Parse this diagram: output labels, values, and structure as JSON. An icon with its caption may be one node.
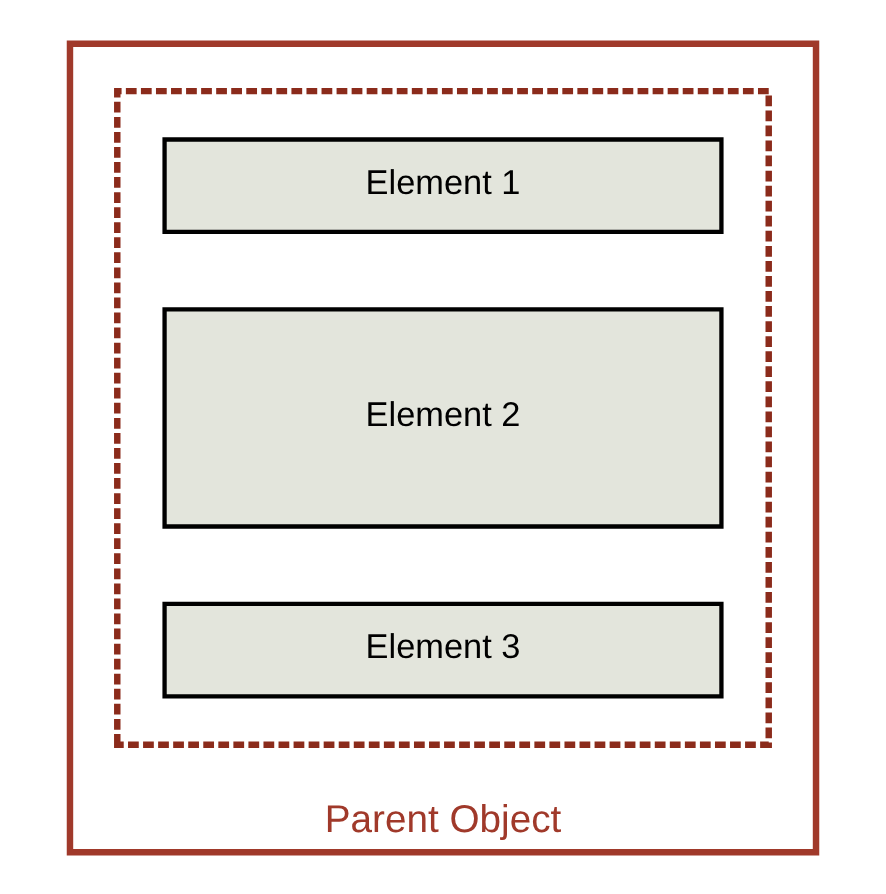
{
  "diagram": {
    "nodes": [
      {
        "text": [
          "Parent Object"
        ]
      },
      {
        "text": [],
        "shape": "box",
        "in": 0
      },
      {
        "text": [
          "Element 1"
        ],
        "in": 1
      },
      {
        "text": [
          "Element 2"
        ],
        "in": 1
      },
      {
        "text": [
          "Element 3"
        ],
        "in": 1
      }
    ],
    "edges": []
  }
}
